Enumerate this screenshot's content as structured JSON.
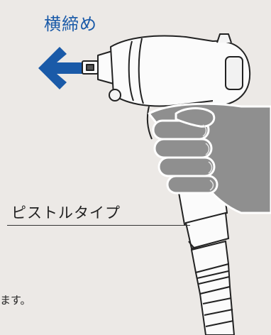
{
  "header": {
    "title": "横締め"
  },
  "callout": {
    "label": "ピストルタイプ"
  },
  "footer": {
    "note_fragment": "ます。"
  },
  "colors": {
    "background": "#ece9e6",
    "arrow": "#1a5aa8",
    "hand": "#8f8f8f"
  },
  "icons": {
    "direction_arrow": "left-arrow-icon"
  }
}
